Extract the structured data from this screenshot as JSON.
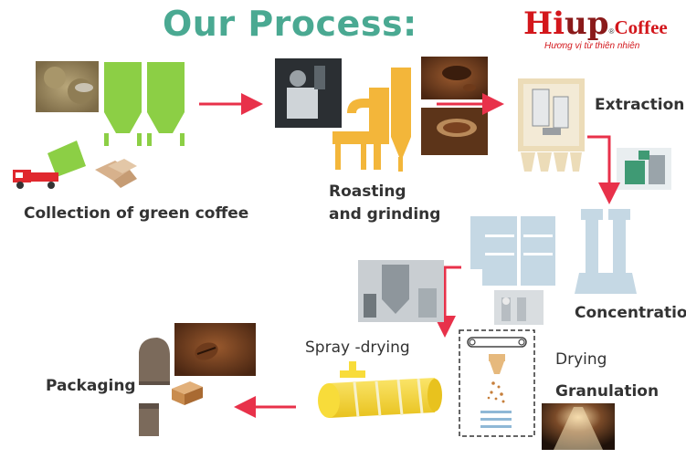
{
  "title": "Our Process:",
  "logo": {
    "brand_hi": "Hi",
    "brand_up": "up",
    "brand_coffee": "Coffee",
    "registered": "®",
    "tagline": "Hương vị từ thiên nhiên"
  },
  "steps": {
    "collection": "Collection of green coffee",
    "roasting_line1": "Roasting",
    "roasting_line2": "and grinding",
    "extraction": "Extraction",
    "concentration": "Concentration",
    "spray_drying": "Spray -drying",
    "drying": "Drying",
    "granulation": "Granulation",
    "packaging": "Packaging"
  },
  "colors": {
    "title": "#4aa992",
    "arrow": "#e8314a",
    "silo_green": "#8ccf45",
    "roaster_yellow": "#f3b63a",
    "extractor_beige": "#ecdcb8",
    "concentrator_blue": "#c5d8e4",
    "spray_yellow": "#f8dc3a",
    "logo_red": "#d3171c"
  }
}
